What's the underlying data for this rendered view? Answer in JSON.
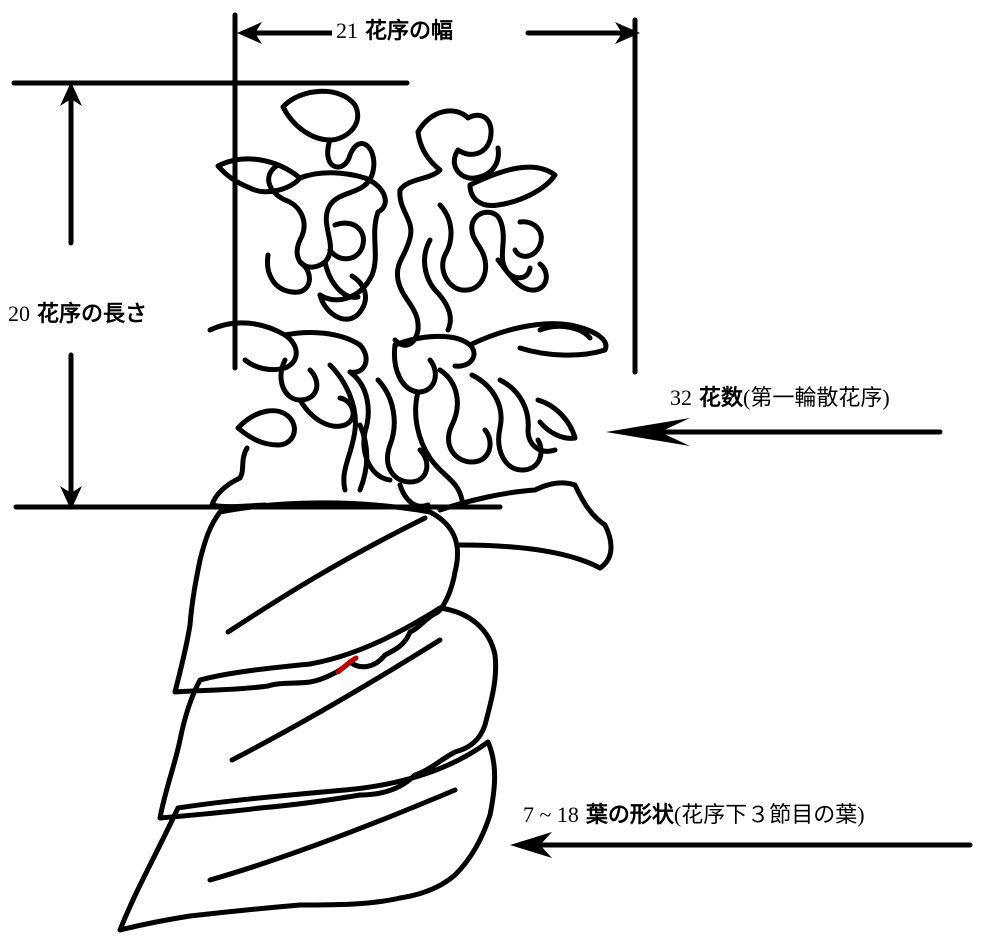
{
  "labels": {
    "width": {
      "num": "21",
      "text": "花序の幅",
      "tail": ""
    },
    "length": {
      "num": "20",
      "text": "花序の長さ",
      "tail": ""
    },
    "count": {
      "num": "32",
      "text": "花数",
      "tail": "(第一輪散花序)"
    },
    "leaf": {
      "num": "7 ~ 18",
      "text": "葉の形状",
      "tail": "(花序下３節目の葉)"
    }
  },
  "colors": {
    "ink": "#000000",
    "accent": "#c00000",
    "background": "#ffffff"
  }
}
